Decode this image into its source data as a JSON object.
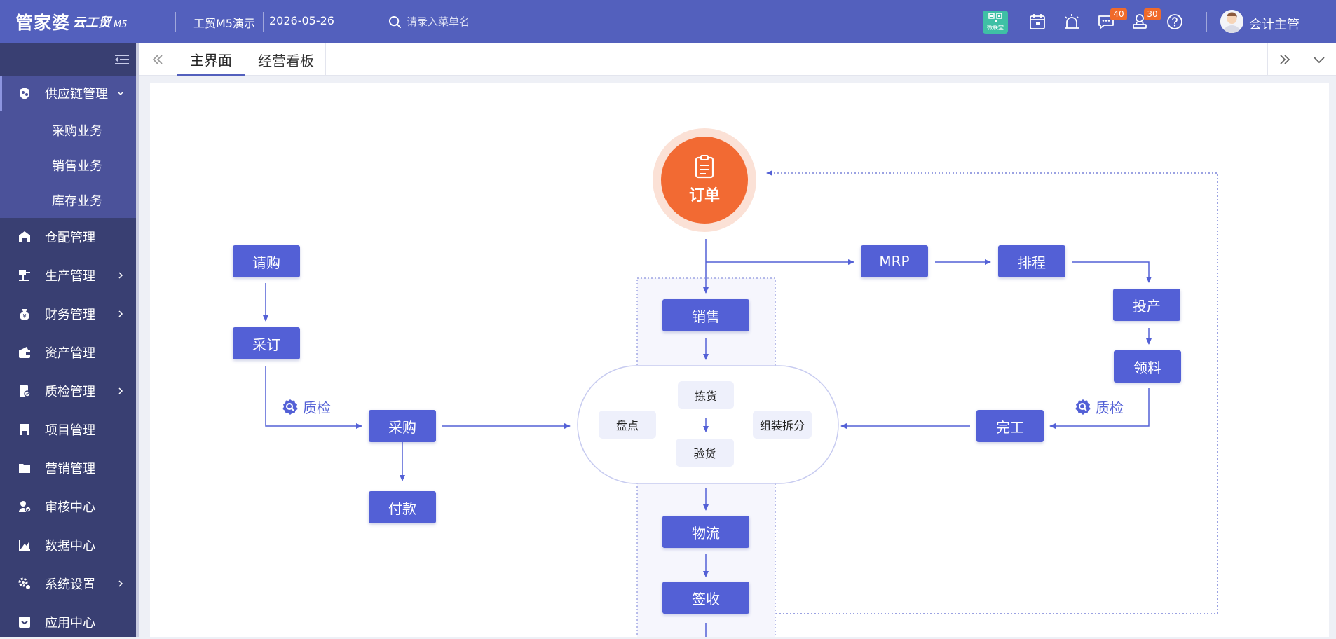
{
  "header": {
    "logo_main": "管家婆",
    "logo_sub": "云工贸",
    "logo_m5": "M5",
    "account_name": "工贸M5演示",
    "date": "2026-05-26",
    "search_placeholder": "请录入菜单名",
    "qr_label": "微联宝",
    "message_badge": "40",
    "notice_badge": "30",
    "user_name": "会计主管"
  },
  "sidebar": {
    "items": [
      {
        "label": "供应链管理",
        "icon": "supply-chain-icon"
      },
      {
        "label": "仓配管理",
        "icon": "warehouse-icon"
      },
      {
        "label": "生产管理",
        "icon": "production-icon"
      },
      {
        "label": "财务管理",
        "icon": "finance-icon"
      },
      {
        "label": "资产管理",
        "icon": "asset-icon"
      },
      {
        "label": "质检管理",
        "icon": "quality-icon"
      },
      {
        "label": "项目管理",
        "icon": "project-icon"
      },
      {
        "label": "营销管理",
        "icon": "marketing-icon"
      },
      {
        "label": "审核中心",
        "icon": "audit-icon"
      },
      {
        "label": "数据中心",
        "icon": "data-icon"
      },
      {
        "label": "系统设置",
        "icon": "settings-icon"
      },
      {
        "label": "应用中心",
        "icon": "app-icon"
      }
    ],
    "subitems": [
      "采购业务",
      "销售业务",
      "库存业务"
    ]
  },
  "tabs": [
    {
      "label": "主界面",
      "active": true
    },
    {
      "label": "经营看板",
      "active": false
    }
  ],
  "flow": {
    "order": "订单",
    "request": "请购",
    "purchase_order": "采订",
    "quality_left": "质检",
    "purchase": "采购",
    "payment": "付款",
    "sales": "销售",
    "picking": "拣货",
    "inventory_check": "盘点",
    "inspection": "验货",
    "assembly": "组装拆分",
    "logistics": "物流",
    "receipt": "签收",
    "mrp": "MRP",
    "schedule": "排程",
    "production_start": "投产",
    "material_pick": "领料",
    "quality_right": "质检",
    "completion": "完工"
  },
  "colors": {
    "header_bg": "#5360bd",
    "sidebar_bg": "#393f72",
    "sidebar_active_bg": "#4b529a",
    "node_blue": "#5360d6",
    "order_orange": "#f26a33",
    "badge_orange": "#f06a2a"
  }
}
